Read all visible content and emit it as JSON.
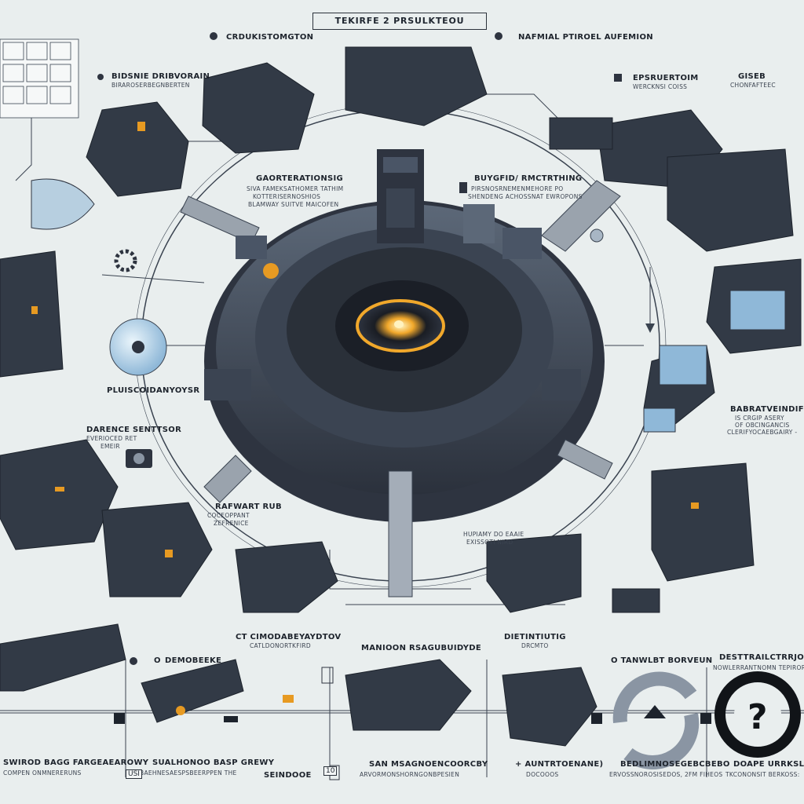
{
  "title": "TEKIRFE 2 PRSULKTEOU",
  "labels": {
    "top_left_1": "CRDUKISTOMGTON",
    "top_right_1": "NAFMIAL PTIROEL AUFEMION",
    "left_1_title": "BIDSNIE DRIBVORAIN",
    "left_1_sub": "BIRAROSERBEGNBERTEN",
    "right_1_title": "EPSRUERTOIM",
    "right_1_sub": "WERCKNSI COISS",
    "right_2_title": "GISEB",
    "right_2_sub": "CHONFAFTEEC",
    "center_left_title": "GAORTERATIONSIG",
    "center_left_sub1": "SIVA FAMEKSATHOMER TATHIM",
    "center_left_sub2": "KOTTERISERNOSHIOS",
    "center_left_sub3": "BLAMWAY SUITVE MAICOFEN",
    "center_right_title": "BUYGFID/ RMCTRTHING",
    "center_right_sub1": "PIRSNOSRNEMENMEHORE PO",
    "center_right_sub2": "SHENDENG ACHOSSNAT EWROPONS",
    "left_mid_title": "PLUISCOIDANYOYSR",
    "left_low_title": "DARENCE SENTTSOR",
    "left_low_sub1": "EVERIOCED RET",
    "left_low_sub2": "EMEIR",
    "center_low_title": "RAFWART RUB",
    "center_low_sub1": "COCEOPPANT",
    "center_low_sub2": "ZEFRENICE",
    "center_bot_sub1": "HUPIAMY DO EAAIE",
    "center_bot_sub2": "EXISSOTI NIRD",
    "right_mid_title": "BABRATVEINDIF",
    "right_mid_sub1": "IS CRGIP ASERY",
    "right_mid_sub2": "OF OBCINGANCIS",
    "right_mid_sub3": "CLERIFYOCAEBGAIRY -",
    "band_left_title": "CT CIMODABEYAYDTOV",
    "band_left_sub": "CATLDONORTKFIRD",
    "band_center_title": "MANIOON RSAGUBUIDYDE",
    "band_right_title": "DIETINTIUTIG",
    "band_right_sub": "DRCMTO",
    "row_1_num": "O",
    "row_1_title": "DEMOBEEKE",
    "row_3_title": "O TANWLBT BORVEUN",
    "row_4_title": "DESTTRAILCTRRJOI",
    "row_4_sub": "NOWLERRANTNOMN TEPIRORE",
    "foot_1_title": "SWIROD BAGG FARGEAEAROWY",
    "foot_1_sub": "COMPEN ONMNERERUNS",
    "foot_2_title": "SUALHONOO BASP GREWY",
    "foot_2_sub": "BAEHNESAESPSBEERPPEN THE",
    "foot_3_title": "SEINDOOE",
    "foot_4_title": "SAN MSAGNOENCOORCBY",
    "foot_4_sub": "ARVORMONSHORNGONBPESIEN",
    "foot_5_title": "+ AUNTRTOENANE)",
    "foot_5_sub": "DOCOOOS",
    "foot_6_title": "BEDLIMNOSEGEBCBEBO",
    "foot_6_sub": "ERVOSSNOROSISEDOS, 2FM FIHEOS",
    "foot_7_title": "DOAPE URRKSLIID",
    "foot_7_sub": "TKCONONSIT BERKOSS:"
  },
  "tags": {
    "tag_a": "USI",
    "tag_b": "10"
  },
  "colors": {
    "background": "#e9eeee",
    "machinery_dark": "#2e3440",
    "machinery_mid": "#4a5566",
    "accent_orange": "#e79a22",
    "accent_blue": "#8fb8d8",
    "line": "#3a4350"
  }
}
